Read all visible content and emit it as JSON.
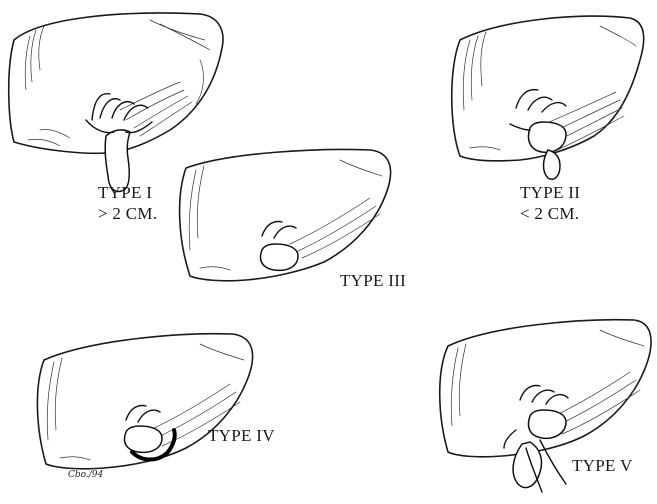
{
  "figure": {
    "panels": [
      {
        "id": "type-1",
        "label_line1": "TYPE I",
        "label_line2": "> 2 CM."
      },
      {
        "id": "type-2",
        "label_line1": "TYPE II",
        "label_line2": "< 2 CM."
      },
      {
        "id": "type-3",
        "label_line1": "TYPE III"
      },
      {
        "id": "type-4",
        "label_line1": "TYPE IV"
      },
      {
        "id": "type-5",
        "label_line1": "TYPE V"
      }
    ],
    "signature": "Cbo./94"
  }
}
